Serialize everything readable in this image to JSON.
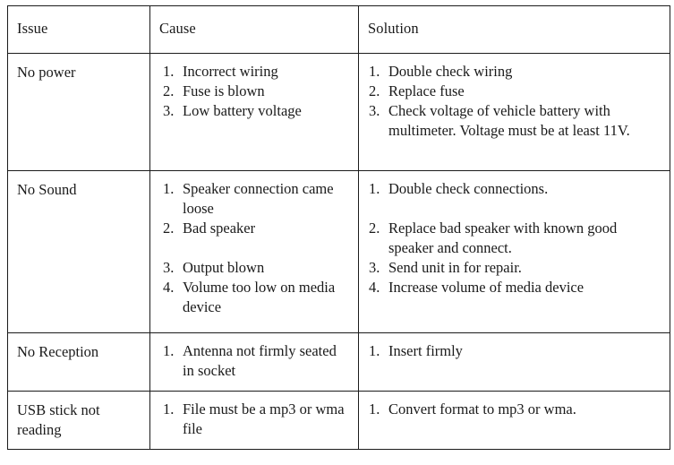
{
  "document": {
    "type": "troubleshooting-table",
    "background_color": "#ffffff",
    "text_color": "#1a1a1a",
    "border_color": "#1b1b1b"
  },
  "table": {
    "headers": {
      "issue": "Issue",
      "cause": "Cause",
      "solution": "Solution"
    },
    "rows": [
      {
        "issue": "No power",
        "causes": [
          {
            "num": "1.",
            "text": "Incorrect wiring",
            "gap_before": false
          },
          {
            "num": "2.",
            "text": "Fuse is blown",
            "gap_before": false
          },
          {
            "num": "3.",
            "text": "Low battery voltage",
            "gap_before": false
          }
        ],
        "solutions": [
          {
            "num": "1.",
            "text": "Double check wiring",
            "gap_before": false
          },
          {
            "num": "2.",
            "text": "Replace fuse",
            "gap_before": false
          },
          {
            "num": "3.",
            "text": "Check voltage of vehicle battery with multimeter. Voltage must be at least 11V.",
            "gap_before": false
          }
        ]
      },
      {
        "issue": "No Sound",
        "causes": [
          {
            "num": "1.",
            "text": "Speaker connection came loose",
            "gap_before": false
          },
          {
            "num": "2.",
            "text": "Bad speaker",
            "gap_before": false
          },
          {
            "num": "3.",
            "text": "Output blown",
            "gap_before": true
          },
          {
            "num": "4.",
            "text": "Volume too low on media device",
            "gap_before": false
          }
        ],
        "solutions": [
          {
            "num": "1.",
            "text": "Double check connections.",
            "gap_before": false
          },
          {
            "num": "2.",
            "text": "Replace bad speaker with known good speaker and connect.",
            "gap_before": true
          },
          {
            "num": "3.",
            "text": "Send unit in for repair.",
            "gap_before": false
          },
          {
            "num": "4.",
            "text": "Increase volume of media device",
            "gap_before": false
          }
        ]
      },
      {
        "issue": "No Reception",
        "causes": [
          {
            "num": "1.",
            "text": "Antenna not firmly seated in socket",
            "gap_before": false
          }
        ],
        "solutions": [
          {
            "num": "1.",
            "text": "Insert firmly",
            "gap_before": false
          }
        ]
      },
      {
        "issue": "USB stick not reading",
        "causes": [
          {
            "num": "1.",
            "text": "File must be a mp3 or wma file",
            "gap_before": false
          }
        ],
        "solutions": [
          {
            "num": "1.",
            "text": "Convert format to mp3 or wma.",
            "gap_before": false
          }
        ]
      }
    ]
  }
}
